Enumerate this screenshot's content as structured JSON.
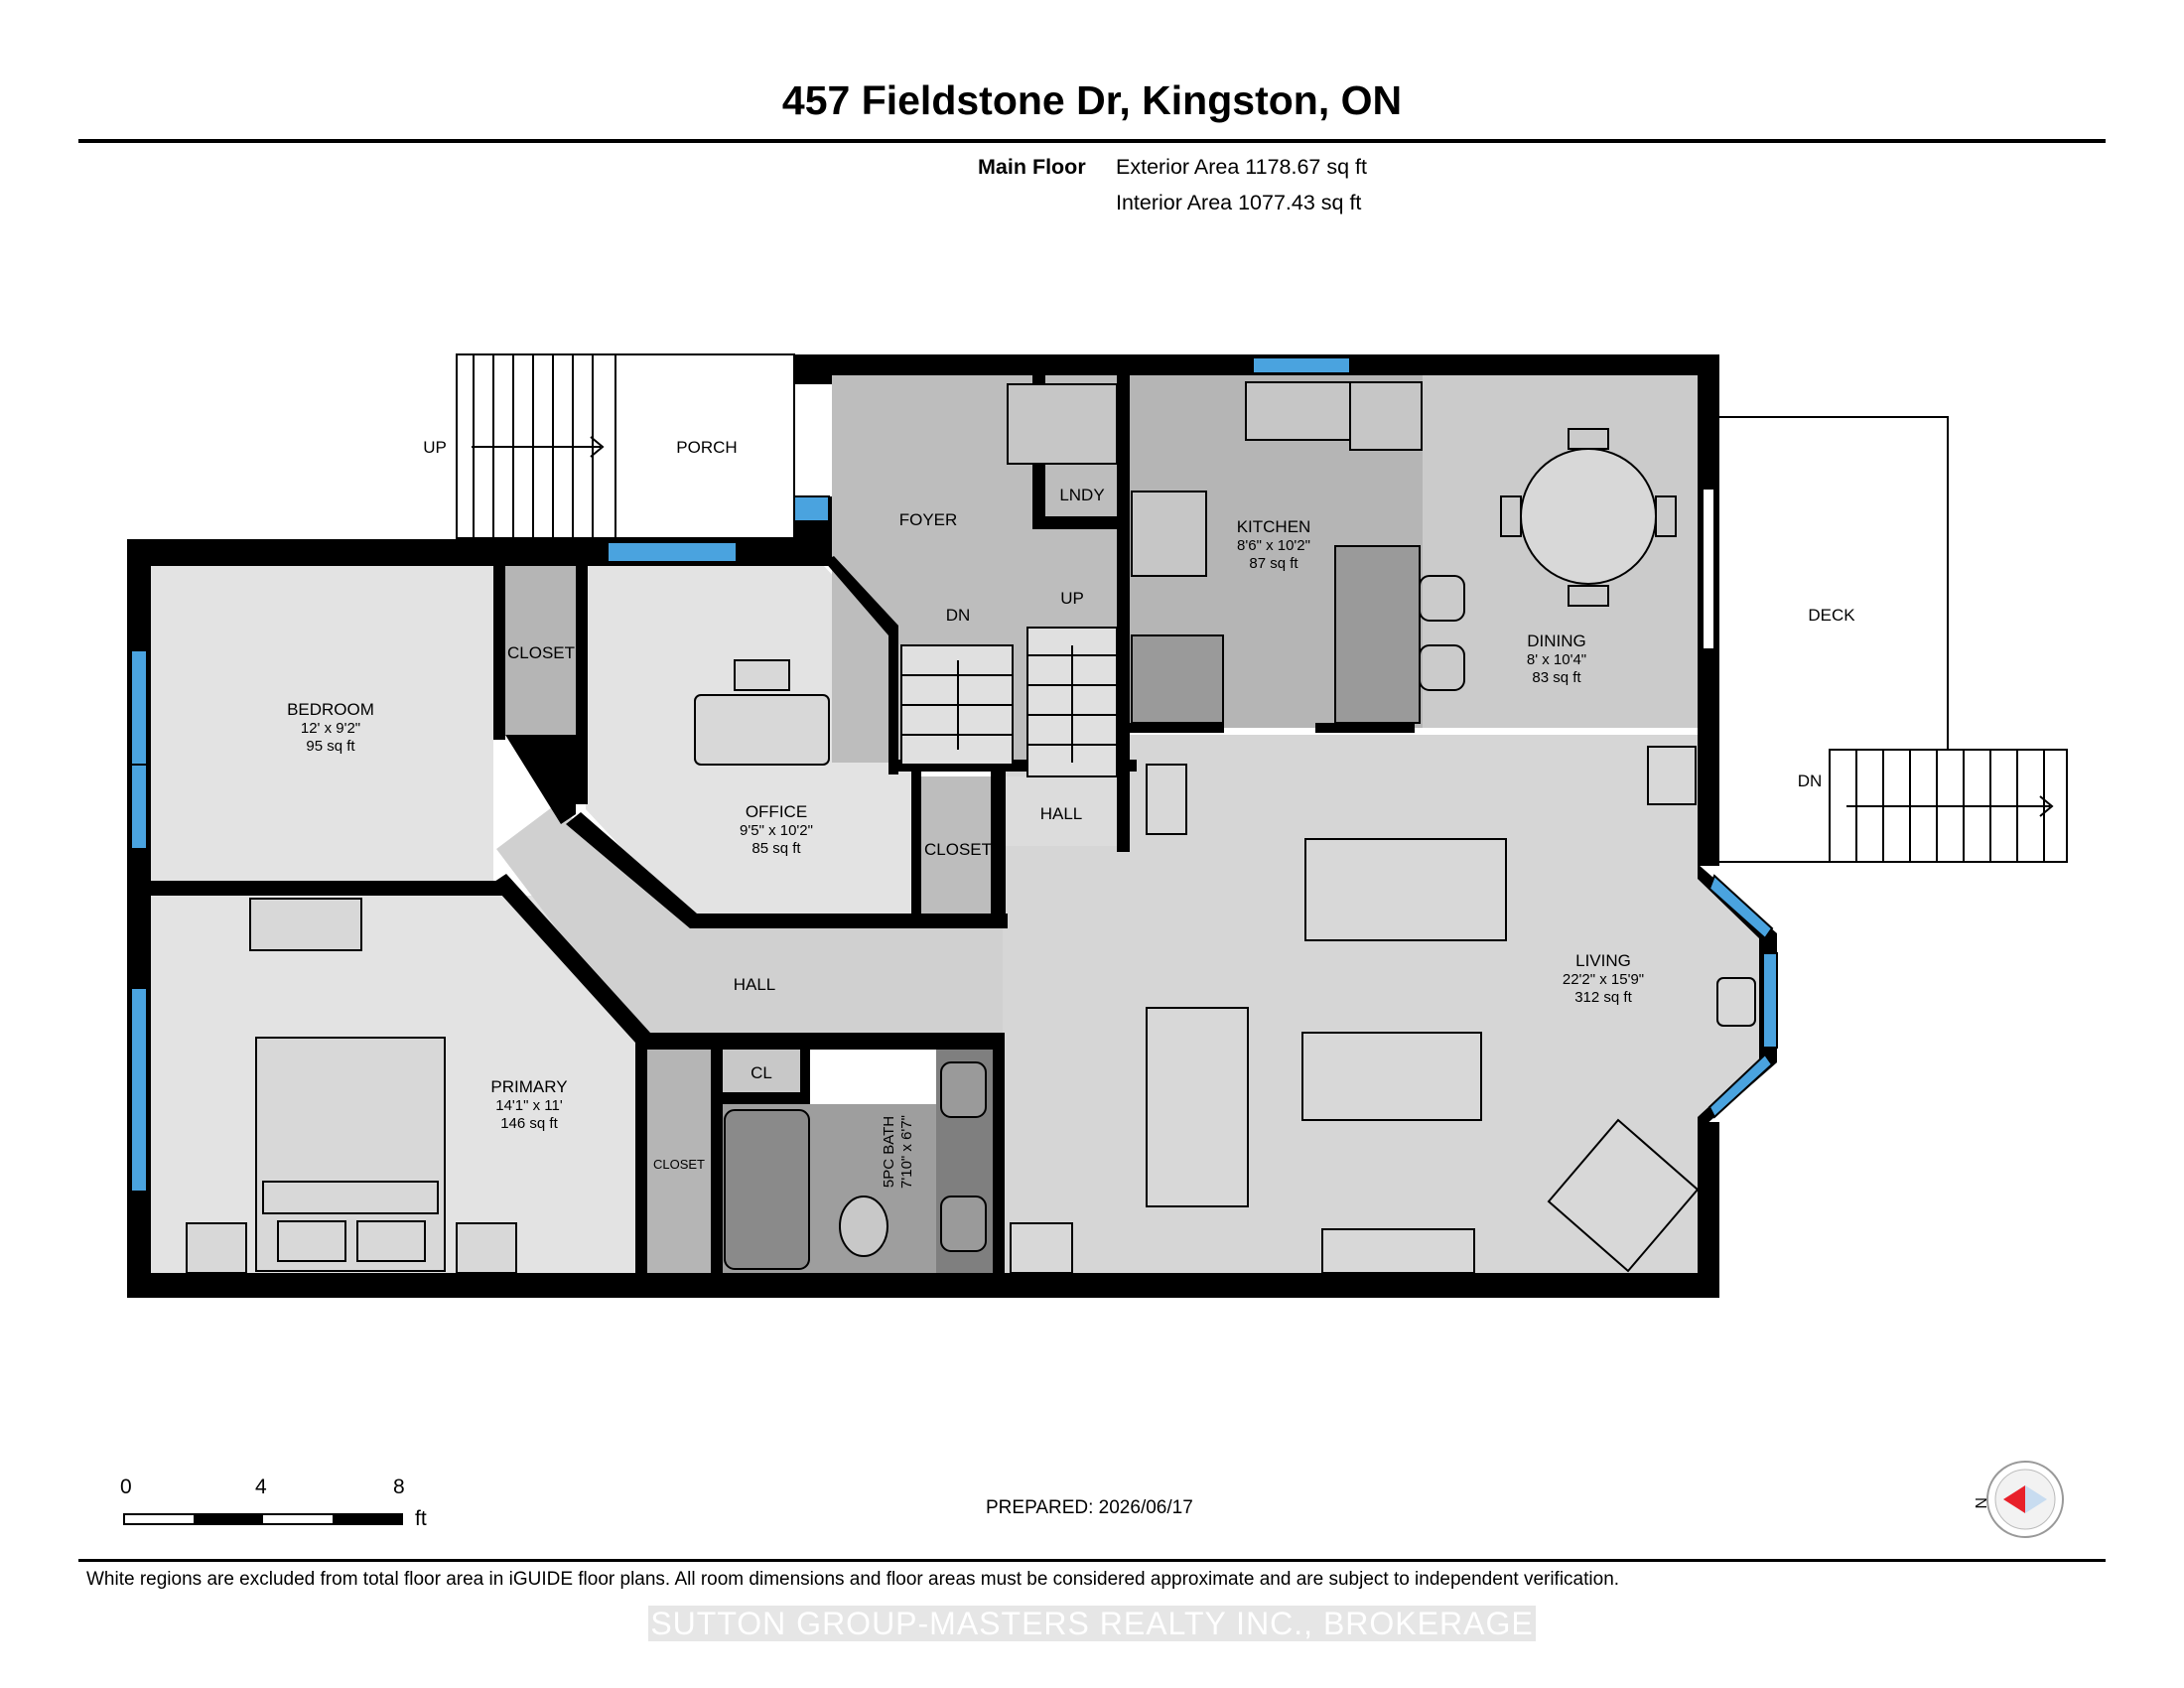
{
  "header": {
    "title": "457 Fieldstone Dr, Kingston, ON",
    "floor_label": "Main Floor",
    "exterior_area": "Exterior Area 1178.67 sq ft",
    "interior_area": "Interior Area 1077.43 sq ft"
  },
  "rooms": {
    "porch": "PORCH",
    "up_left": "UP",
    "foyer": "FOYER",
    "lndy": "LNDY",
    "dn_stairs": "DN",
    "up_stairs": "UP",
    "kitchen": {
      "name": "KITCHEN",
      "dims": "8'6\" x 10'2\"",
      "area": "87 sq ft"
    },
    "dining": {
      "name": "DINING",
      "dims": "8' x 10'4\"",
      "area": "83 sq ft"
    },
    "deck": "DECK",
    "deck_dn": "DN",
    "bedroom": {
      "name": "BEDROOM",
      "dims": "12' x 9'2\"",
      "area": "95 sq ft"
    },
    "closet_bedroom": "CLOSET",
    "office": {
      "name": "OFFICE",
      "dims": "9'5\" x 10'2\"",
      "area": "85 sq ft"
    },
    "closet_office": "CLOSET",
    "hall_small": "HALL",
    "hall_main": "HALL",
    "living": {
      "name": "LIVING",
      "dims": "22'2\" x 15'9\"",
      "area": "312 sq ft"
    },
    "primary": {
      "name": "PRIMARY",
      "dims": "14'1\" x 11'",
      "area": "146 sq ft"
    },
    "closet_primary": "CLOSET",
    "cl": "CL",
    "bath": "5PC BATH",
    "bath_dims": "7'10\" x 6'7\""
  },
  "scale": {
    "t0": "0",
    "t4": "4",
    "t8": "8",
    "unit": "ft"
  },
  "compass": {
    "label": "N"
  },
  "prepared": "PREPARED: 2026/06/17",
  "disclaimer": "White regions are excluded from total floor area in iGUIDE floor plans. All room dimensions and floor areas must be considered approximate and are subject to independent verification.",
  "watermark": "SUTTON GROUP-MASTERS REALTY INC., BROKERAGE",
  "colors": {
    "wall": "#000000",
    "window": "#4aa3df",
    "room_fill": "#d6d6d6",
    "kitchen_fill": "#b5b5b5",
    "bath_fill": "#9e9e9e"
  }
}
